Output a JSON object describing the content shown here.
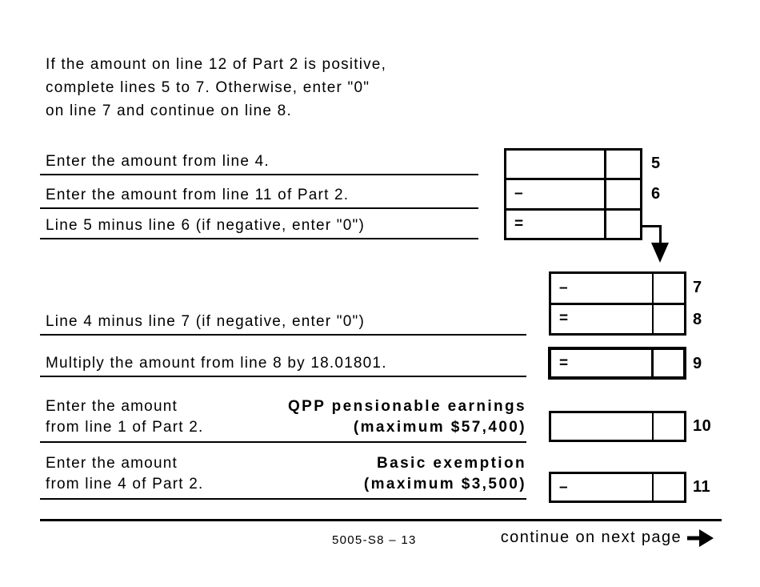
{
  "instruction": {
    "line1": "If the amount on line 12 of Part 2 is positive,",
    "line2": "complete lines 5 to 7. Otherwise, enter \"0\"",
    "line3": "on line 7 and continue on line 8."
  },
  "labels": {
    "line5": "Enter the amount from line 4.",
    "line6": "Enter the amount from line 11 of Part 2.",
    "line7": "Line 5 minus line 6 (if negative, enter \"0\")",
    "line8": "Line 4 minus line 7 (if negative, enter \"0\")",
    "line9": "Multiply the amount from line 8 by 18.01801.",
    "line10_left1": "Enter the amount",
    "line10_left2": "from line 1 of Part 2.",
    "line10_right1": "QPP pensionable earnings",
    "line10_right2": "(maximum $57,400)",
    "line11_left1": "Enter the amount",
    "line11_left2": "from line 4 of Part 2.",
    "line11_right1": "Basic exemption",
    "line11_right2": "(maximum $3,500)"
  },
  "operators": {
    "line6": "–",
    "line7_result": "=",
    "line7_carry": "–",
    "line8": "=",
    "line9": "=",
    "line11": "–"
  },
  "numbers": {
    "line5": "5",
    "line6": "6",
    "line7": "7",
    "line8": "8",
    "line9": "9",
    "line10": "10",
    "line11": "11"
  },
  "footer": {
    "form_code": "5005-S8 – 13",
    "continue_text": "continue on next page"
  },
  "icons": {
    "carry_arrow": "down-arrow",
    "continue_arrow": "right-arrow"
  },
  "colors": {
    "ink": "#000000",
    "background": "#ffffff"
  }
}
